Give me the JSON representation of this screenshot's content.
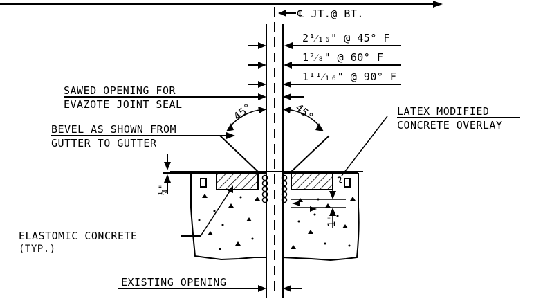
{
  "labels": {
    "centerline_joint": "℄ JT.@ BT.",
    "gap_45": "2¹⁄₁₆\" @ 45° F",
    "gap_60": "1⁷⁄₈\" @ 60° F",
    "gap_90": "1¹¹⁄₁₆\" @ 90° F",
    "sawed_opening_1": "SAWED OPENING FOR",
    "sawed_opening_2": "EVAZOTE JOINT SEAL",
    "bevel_1": "BEVEL AS SHOWN FROM",
    "bevel_2": "GUTTER TO GUTTER",
    "angle_left": "45°",
    "angle_right": "45°",
    "latex_1": "LATEX MODIFIED",
    "latex_2": "CONCRETE OVERLAY",
    "quarter_inch": "¼\"",
    "one_inch": "1\"",
    "elastomic_1": "ELASTOMIC CONCRETE",
    "elastomic_2": "(TYP.)",
    "existing_opening": "EXISTING OPENING"
  }
}
